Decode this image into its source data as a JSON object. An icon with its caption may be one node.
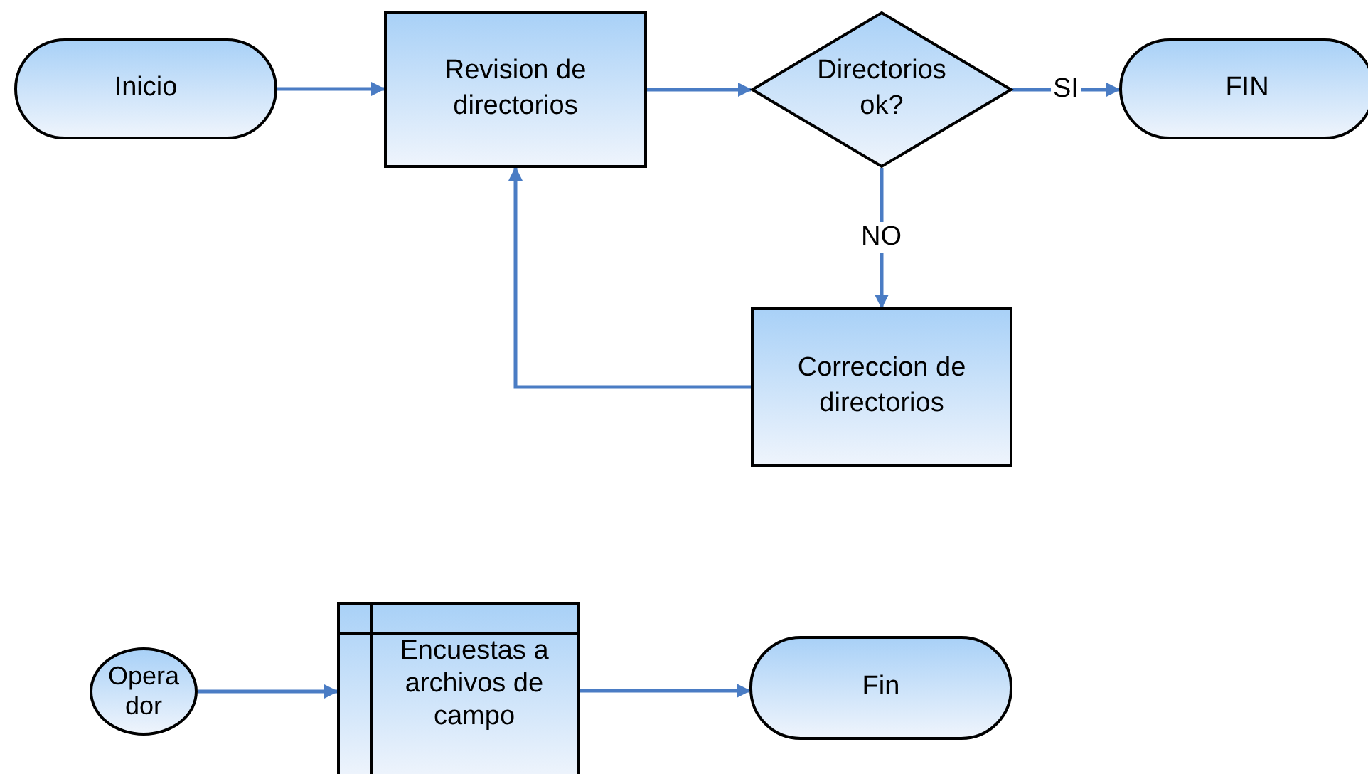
{
  "diagram": {
    "nodes": [
      {
        "text": [
          "Inicio"
        ]
      },
      {
        "text": [
          "Revision de directorios"
        ]
      },
      {
        "text": [
          "Directorios ok?"
        ]
      },
      {
        "text": [
          "FIN"
        ]
      },
      {
        "text": [
          "Correccion de directorios"
        ]
      },
      {
        "text": [
          "Operador"
        ]
      },
      {
        "text": [
          "Encuestas a archivos de campo"
        ]
      },
      {
        "text": [
          "Fin"
        ]
      }
    ],
    "edges": [
      {
        "from": 0,
        "to": 1,
        "arrow": "to"
      },
      {
        "from": 1,
        "to": 2,
        "arrow": "to"
      },
      {
        "from": 2,
        "to": 3,
        "arrow": "to",
        "label": "SI"
      },
      {
        "from": 2,
        "to": 4,
        "arrow": "to",
        "label": "NO"
      },
      {
        "from": 4,
        "to": 1,
        "arrow": "to"
      },
      {
        "from": 5,
        "to": 6,
        "arrow": "to"
      },
      {
        "from": 6,
        "to": 7,
        "arrow": "to"
      }
    ]
  }
}
